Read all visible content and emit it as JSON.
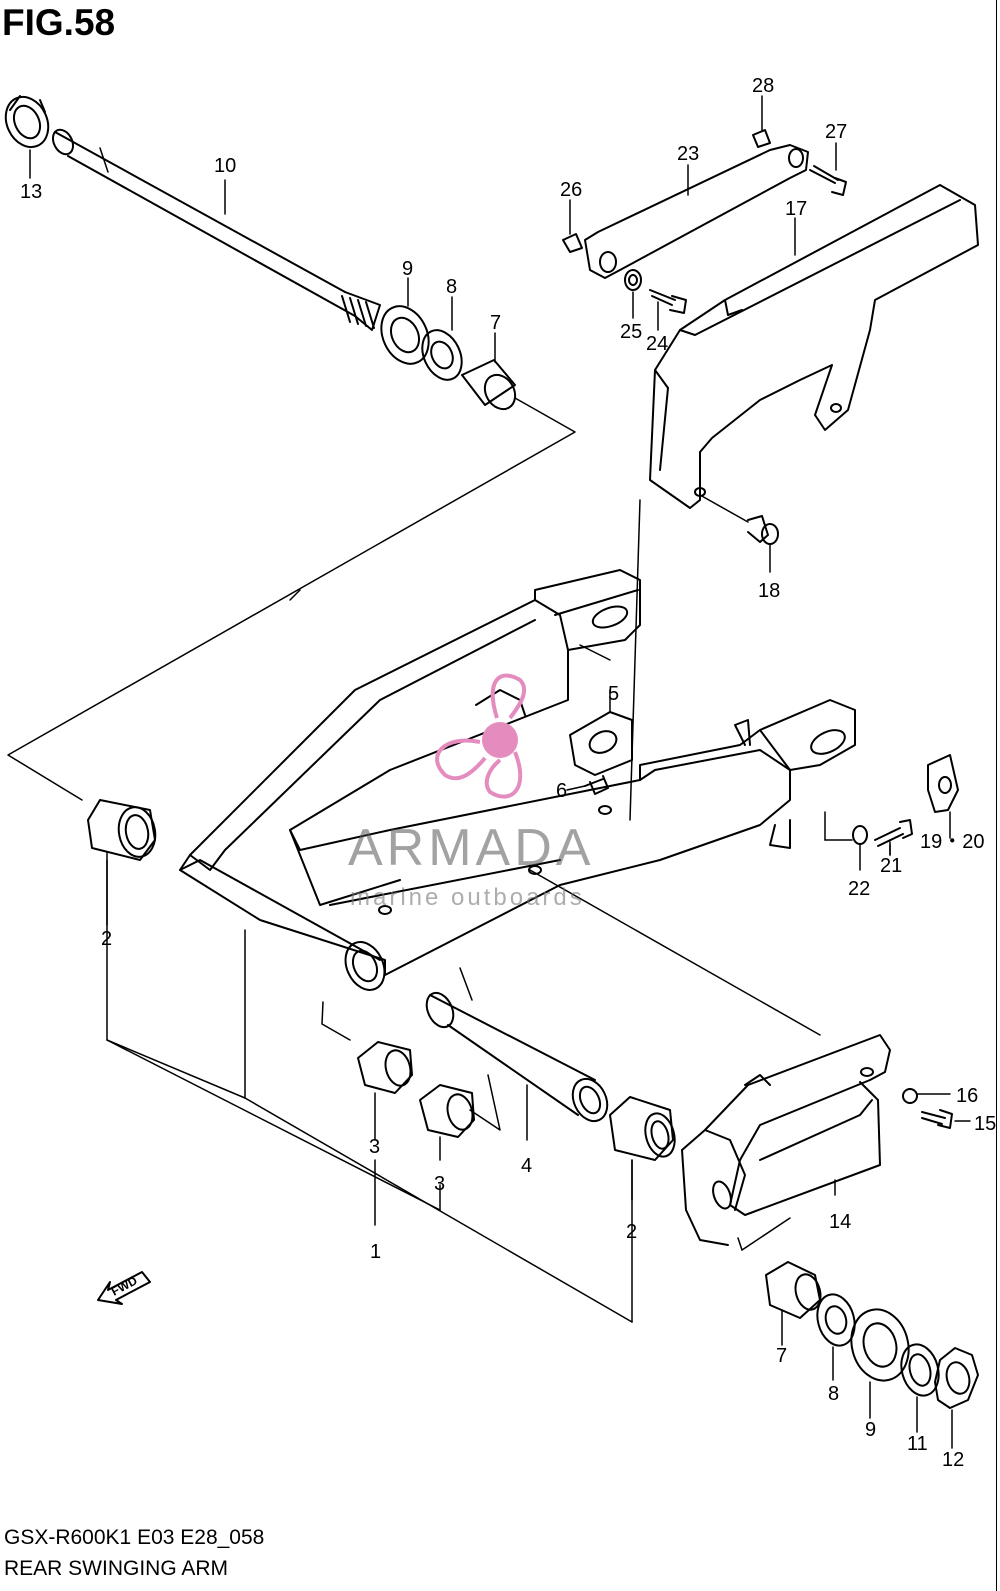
{
  "figure": {
    "title": "FIG.58"
  },
  "model_code": "GSX-R600K1 E03 E28_058",
  "assembly_name": "REAR SWINGING ARM",
  "fwd_arrow_label": "FWD",
  "watermark": {
    "brand": "ARMADA",
    "tagline": "marine outboards",
    "accent_color": "#e58cbf",
    "text_color": "#555555"
  },
  "callouts": {
    "c1": "1",
    "c2a": "2",
    "c2b": "2",
    "c3a": "3",
    "c3b": "3",
    "c4": "4",
    "c5": "5",
    "c6": "6",
    "c7a": "7",
    "c7b": "7",
    "c8a": "8",
    "c8b": "8",
    "c9a": "9",
    "c9b": "9",
    "c10": "10",
    "c11": "11",
    "c12": "12",
    "c13": "13",
    "c14": "14",
    "c15": "15",
    "c16": "16",
    "c17": "17",
    "c18": "18",
    "c19_20": "19・20",
    "c21": "21",
    "c22": "22",
    "c23": "23",
    "c24": "24",
    "c25": "25",
    "c26": "26",
    "c27": "27",
    "c28": "28"
  }
}
